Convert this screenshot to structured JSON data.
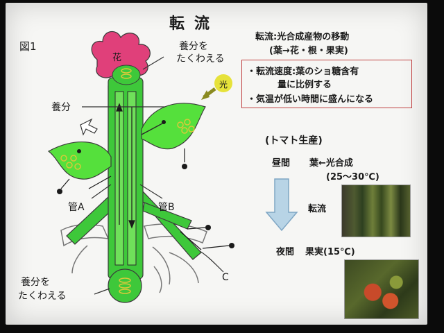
{
  "title": "転流",
  "figure_label": "図1",
  "header": {
    "line1": "転流:光合成産物の移動",
    "line2": "(葉→花・根・果実)"
  },
  "box": {
    "line1": "・転流速度:葉のショ糖含有",
    "line2": "量に比例する",
    "line3": "・気温が低い時間に盛んになる"
  },
  "tomato": {
    "heading": "(トマト生産)",
    "day_label": "昼間",
    "day_text": "葉←光合成",
    "day_temp": "(25〜30℃)",
    "transport": "転流",
    "night_label": "夜間",
    "night_text": "果実(15℃)"
  },
  "diagram": {
    "flower": "花",
    "light": "光",
    "store_top": [
      "養分を",
      "たくわえる"
    ],
    "nutrient": "養分",
    "tube_a": "管A",
    "tube_b": "管B",
    "c_label": "C",
    "store_bottom": [
      "養分を",
      "たくわえる"
    ]
  },
  "colors": {
    "stem_green": "#3ec83a",
    "leaf_green": "#55e03c",
    "flower_pink": "#e0407a",
    "light_yellow": "#e6e23a",
    "box_border": "#c04040",
    "arrow_blue": "#b8d4e6"
  }
}
